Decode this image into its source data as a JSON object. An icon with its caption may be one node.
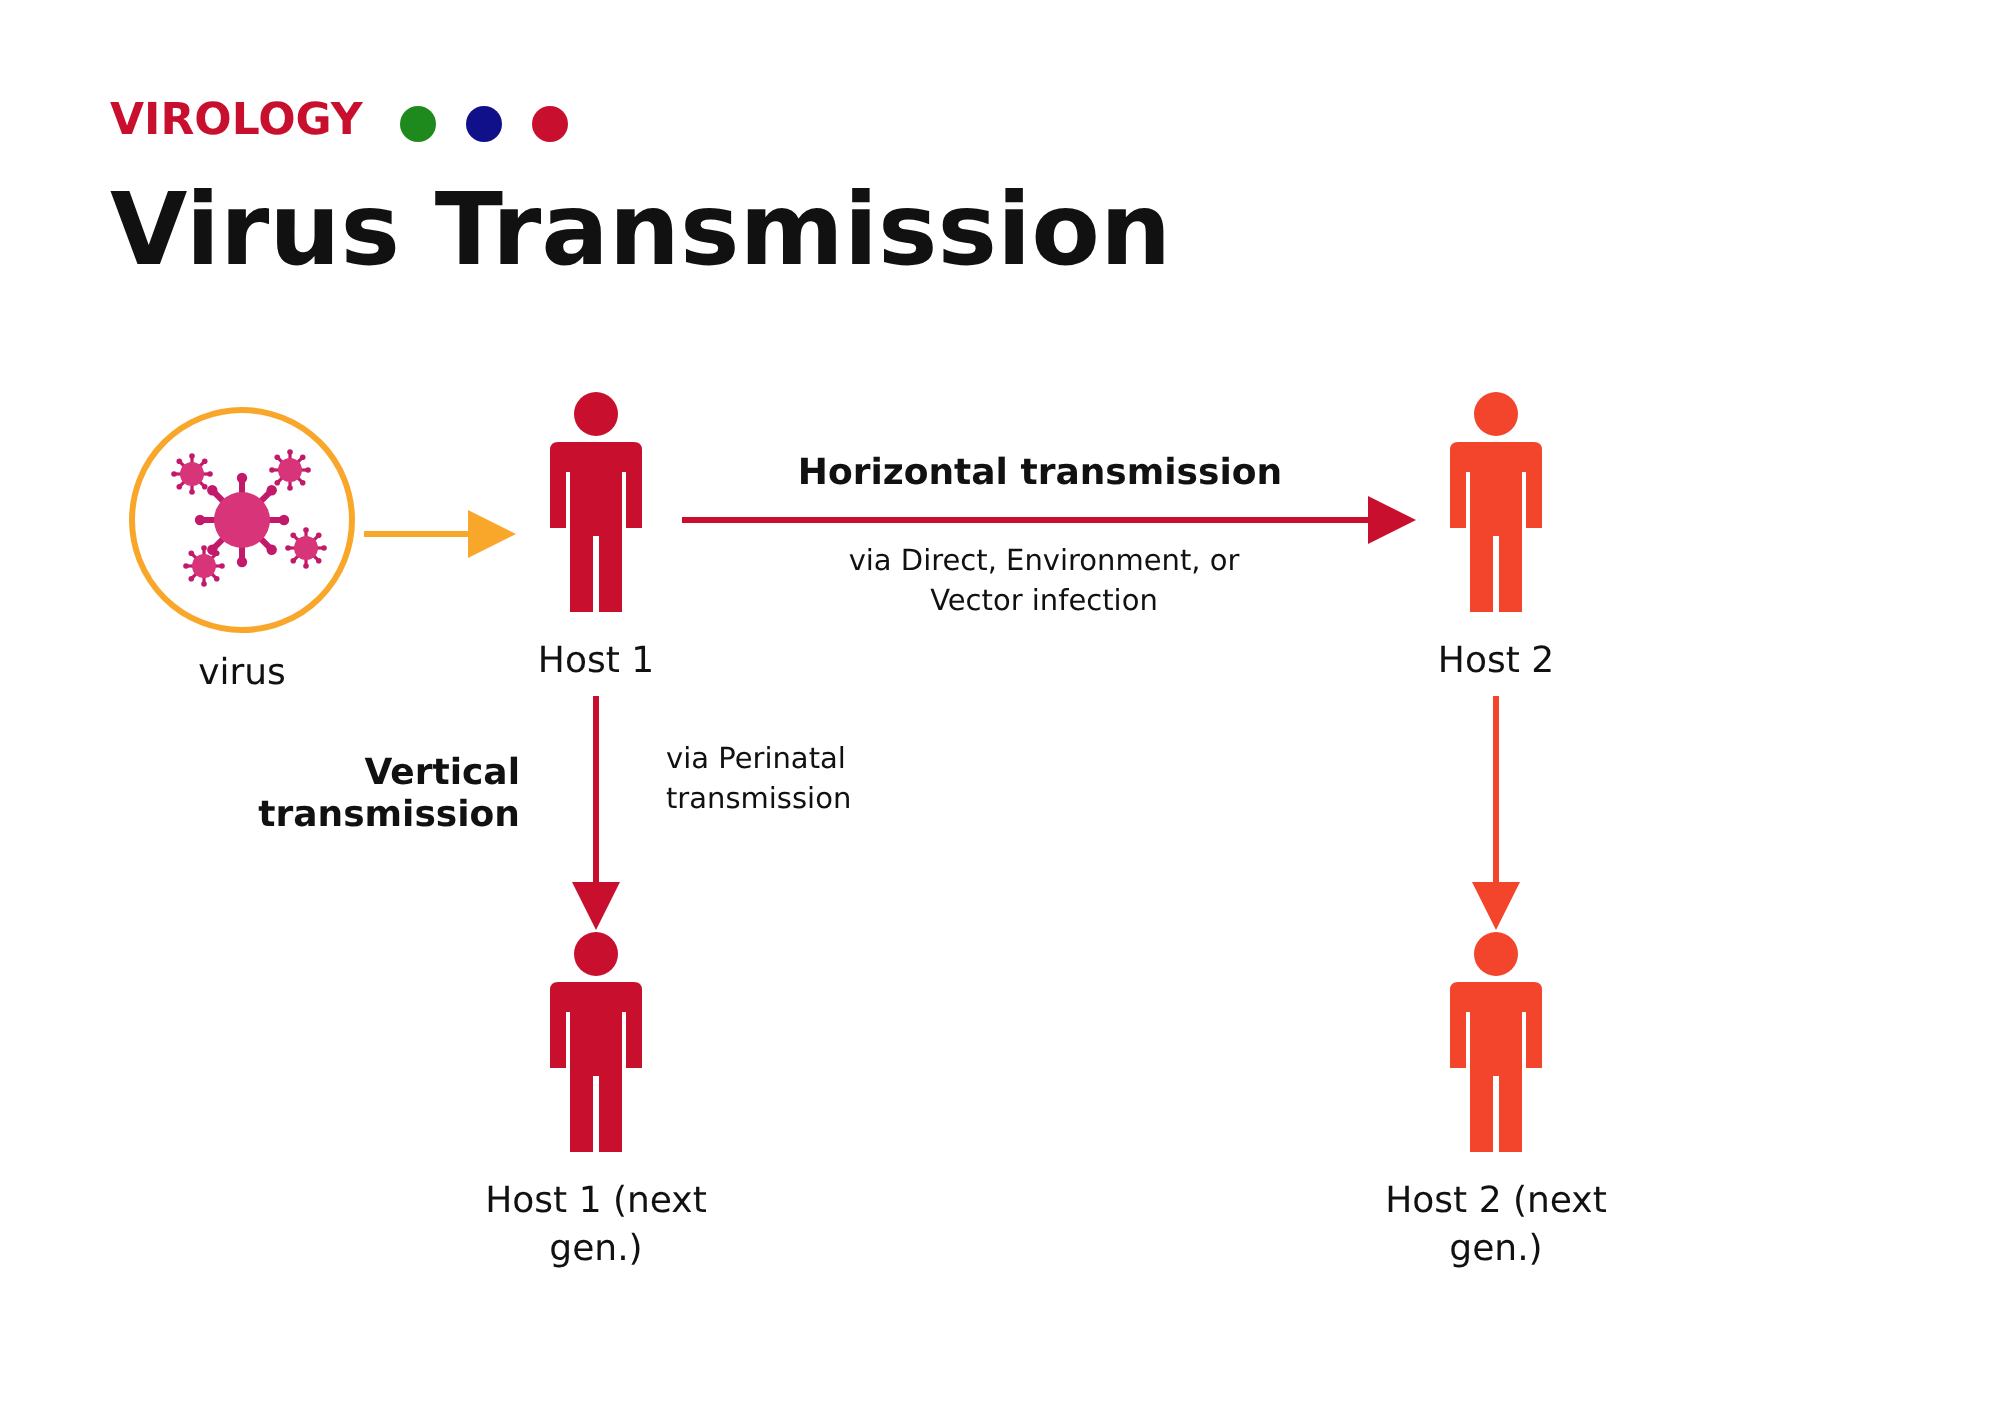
{
  "diagram": {
    "title": "Virus Transmission",
    "nodes": [
      {
        "text": [
          "virus"
        ]
      },
      {
        "text": [
          "Host 1"
        ]
      },
      {
        "text": [
          "Host 2"
        ]
      },
      {
        "text": [
          "Host 1 (next gen.)"
        ]
      },
      {
        "text": [
          "Host 2 (next gen.)"
        ]
      }
    ],
    "edges": [
      {
        "from": 0,
        "to": 1,
        "arrow": "to",
        "color": "#f9a72b"
      },
      {
        "from": 1,
        "to": 2,
        "arrow": "to",
        "label": "Horizontal transmission"
      },
      {
        "from": 1,
        "to": 3,
        "arrow": "to",
        "label": "Vertical transmission"
      },
      {
        "from": 2,
        "to": 4,
        "arrow": "to",
        "color": "#f2452b"
      }
    ],
    "labels": [
      "VIROLOGY",
      "via Direct, Environment, or Vector infection",
      "via Perinatal transmission"
    ]
  }
}
